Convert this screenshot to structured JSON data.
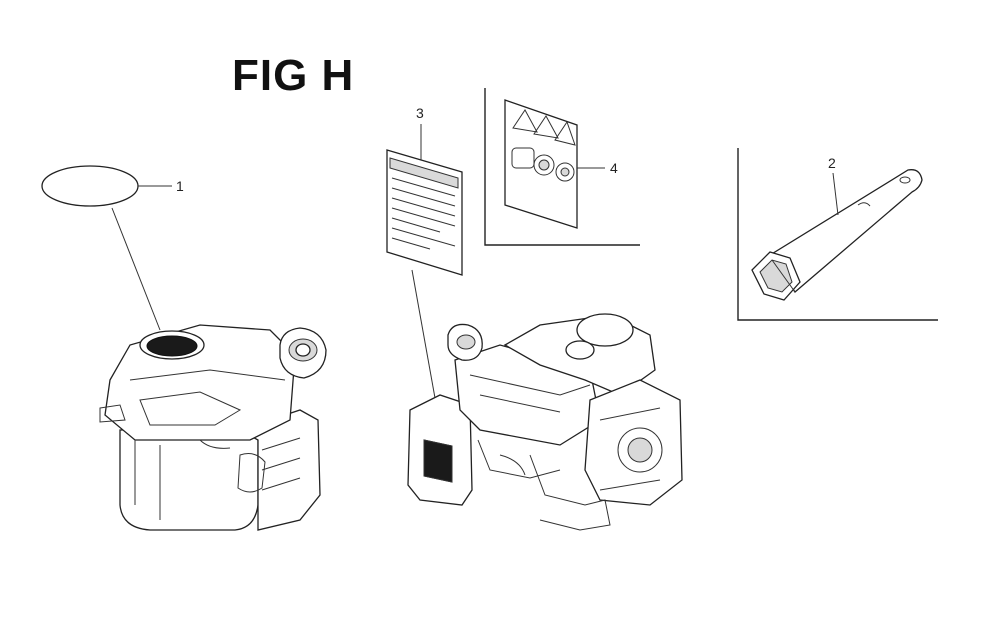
{
  "figure": {
    "title": "FIG H"
  },
  "callouts": [
    {
      "id": "1",
      "part": "cap"
    },
    {
      "id": "2",
      "part": "wrench"
    },
    {
      "id": "3",
      "part": "label"
    },
    {
      "id": "4",
      "part": "decal"
    }
  ],
  "colors": {
    "ink": "#222222",
    "background": "#ffffff"
  }
}
